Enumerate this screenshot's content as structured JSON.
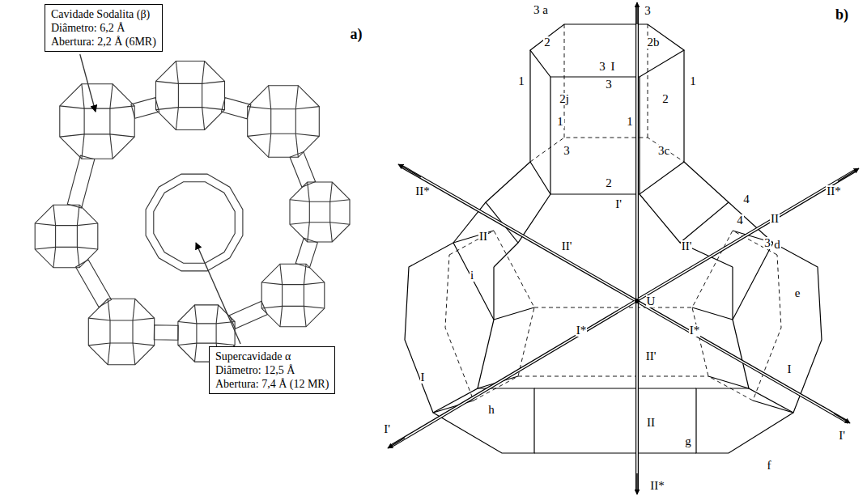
{
  "diagram": {
    "nodes": [
      {
        "text": [
          "Cavidade Sodalita (β)",
          "Diâmetro: 6,2 Å",
          "Abertura: 2,2 Å (6MR)"
        ]
      },
      {
        "text": [
          "Supercavidade α",
          "Diâmetro: 12,5 Å",
          "Abertura: 7,4 Å (12 MR)"
        ]
      }
    ],
    "labels": [
      "a)",
      "b)",
      "3 a",
      "3",
      "2",
      "2b",
      "1",
      "1",
      "3",
      "I",
      "3",
      "2j",
      "2",
      "1",
      "1",
      "3",
      "3c",
      "2",
      "I'",
      "II*",
      "II*",
      "II",
      "II'",
      "II'",
      "4",
      "4",
      "II",
      "3",
      "d",
      "U",
      "i",
      "I*",
      "I*",
      "e",
      "I",
      "I",
      "h",
      "II'",
      "II",
      "g",
      "f",
      "I'",
      "I'",
      "II*"
    ]
  }
}
